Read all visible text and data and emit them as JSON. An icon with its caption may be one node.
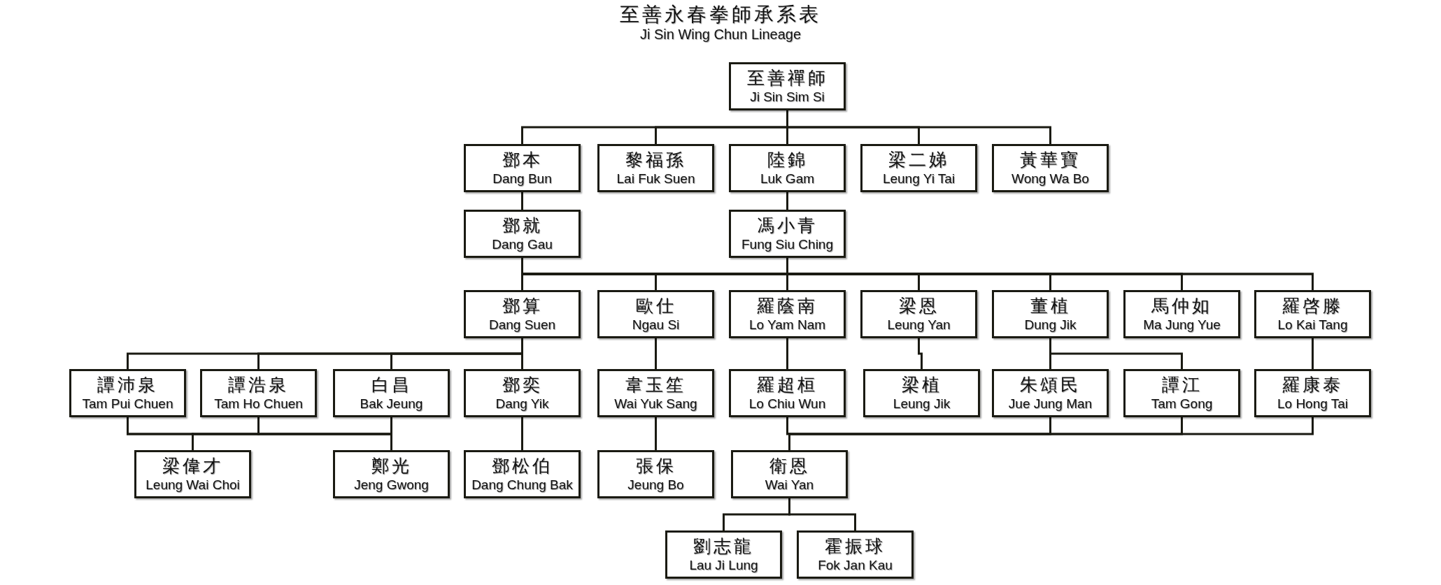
{
  "diagram": {
    "title": "至善永春拳師承系表",
    "labels": [
      "Ji Sin Wing Chun Lineage"
    ],
    "nodes": [
      {
        "text": [
          "至善禪師",
          "Ji Sin Sim Si"
        ]
      },
      {
        "text": [
          "鄧本",
          "Dang Bun"
        ]
      },
      {
        "text": [
          "黎福孫",
          "Lai Fuk Suen"
        ]
      },
      {
        "text": [
          "陸錦",
          "Luk Gam"
        ]
      },
      {
        "text": [
          "梁二娣",
          "Leung Yi Tai"
        ]
      },
      {
        "text": [
          "黃華寶",
          "Wong Wa Bo"
        ]
      },
      {
        "text": [
          "鄧就",
          "Dang Gau"
        ]
      },
      {
        "text": [
          "馮小青",
          "Fung Siu Ching"
        ]
      },
      {
        "text": [
          "鄧算",
          "Dang Suen"
        ]
      },
      {
        "text": [
          "歐仕",
          "Ngau Si"
        ]
      },
      {
        "text": [
          "羅蔭南",
          "Lo Yam Nam"
        ]
      },
      {
        "text": [
          "梁恩",
          "Leung Yan"
        ]
      },
      {
        "text": [
          "董植",
          "Dung Jik"
        ]
      },
      {
        "text": [
          "馬仲如",
          "Ma Jung Yue"
        ]
      },
      {
        "text": [
          "羅啓滕",
          "Lo Kai Tang"
        ]
      },
      {
        "text": [
          "譚沛泉",
          "Tam Pui Chuen"
        ]
      },
      {
        "text": [
          "譚浩泉",
          "Tam Ho Chuen"
        ]
      },
      {
        "text": [
          "白昌",
          "Bak Jeung"
        ]
      },
      {
        "text": [
          "鄧奕",
          "Dang Yik"
        ]
      },
      {
        "text": [
          "韋玉笙",
          "Wai Yuk Sang"
        ]
      },
      {
        "text": [
          "羅超桓",
          "Lo Chiu Wun"
        ]
      },
      {
        "text": [
          "梁植",
          "Leung Jik"
        ]
      },
      {
        "text": [
          "朱頌民",
          "Jue Jung Man"
        ]
      },
      {
        "text": [
          "譚江",
          "Tam Gong"
        ]
      },
      {
        "text": [
          "羅康泰",
          "Lo Hong Tai"
        ]
      },
      {
        "text": [
          "梁偉才",
          "Leung Wai Choi"
        ]
      },
      {
        "text": [
          "鄭光",
          "Jeng Gwong"
        ]
      },
      {
        "text": [
          "鄧松伯",
          "Dang Chung Bak"
        ]
      },
      {
        "text": [
          "張保",
          "Jeung Bo"
        ]
      },
      {
        "text": [
          "衛恩",
          "Wai Yan"
        ]
      },
      {
        "text": [
          "劉志龍",
          "Lau Ji Lung"
        ]
      },
      {
        "text": [
          "霍振球",
          "Fok Jan Kau"
        ]
      }
    ],
    "edges": [
      {
        "from": 0,
        "to": 1,
        "arrow": "none"
      },
      {
        "from": 0,
        "to": 2,
        "arrow": "none"
      },
      {
        "from": 0,
        "to": 3,
        "arrow": "none"
      },
      {
        "from": 0,
        "to": 4,
        "arrow": "none"
      },
      {
        "from": 0,
        "to": 5,
        "arrow": "none"
      },
      {
        "from": 1,
        "to": 6,
        "arrow": "none"
      },
      {
        "from": 3,
        "to": 7,
        "arrow": "none"
      },
      {
        "from": 6,
        "to": 8,
        "arrow": "none"
      },
      {
        "from": 6,
        "to": 9,
        "arrow": "none"
      },
      {
        "from": 6,
        "to": 10,
        "arrow": "none"
      },
      {
        "from": 6,
        "to": 11,
        "arrow": "none"
      },
      {
        "from": 6,
        "to": 12,
        "arrow": "none"
      },
      {
        "from": 6,
        "to": 13,
        "arrow": "none"
      },
      {
        "from": 6,
        "to": 14,
        "arrow": "none"
      },
      {
        "from": 7,
        "to": 8,
        "arrow": "none"
      },
      {
        "from": 7,
        "to": 9,
        "arrow": "none"
      },
      {
        "from": 7,
        "to": 10,
        "arrow": "none"
      },
      {
        "from": 7,
        "to": 11,
        "arrow": "none"
      },
      {
        "from": 7,
        "to": 12,
        "arrow": "none"
      },
      {
        "from": 7,
        "to": 13,
        "arrow": "none"
      },
      {
        "from": 7,
        "to": 14,
        "arrow": "none"
      },
      {
        "from": 8,
        "to": 15,
        "arrow": "none"
      },
      {
        "from": 8,
        "to": 16,
        "arrow": "none"
      },
      {
        "from": 8,
        "to": 17,
        "arrow": "none"
      },
      {
        "from": 8,
        "to": 18,
        "arrow": "none"
      },
      {
        "from": 9,
        "to": 19,
        "arrow": "none"
      },
      {
        "from": 10,
        "to": 20,
        "arrow": "none"
      },
      {
        "from": 11,
        "to": 21,
        "arrow": "none"
      },
      {
        "from": 12,
        "to": 22,
        "arrow": "none"
      },
      {
        "from": 12,
        "to": 23,
        "arrow": "none"
      },
      {
        "from": 14,
        "to": 24,
        "arrow": "none"
      },
      {
        "from": 15,
        "to": 25,
        "arrow": "none"
      },
      {
        "from": 15,
        "to": 26,
        "arrow": "none"
      },
      {
        "from": 16,
        "to": 25,
        "arrow": "none"
      },
      {
        "from": 16,
        "to": 26,
        "arrow": "none"
      },
      {
        "from": 17,
        "to": 25,
        "arrow": "none"
      },
      {
        "from": 17,
        "to": 26,
        "arrow": "none"
      },
      {
        "from": 18,
        "to": 27,
        "arrow": "none"
      },
      {
        "from": 19,
        "to": 28,
        "arrow": "none"
      },
      {
        "from": 20,
        "to": 29,
        "arrow": "none"
      },
      {
        "from": 22,
        "to": 29,
        "arrow": "none"
      },
      {
        "from": 23,
        "to": 29,
        "arrow": "none"
      },
      {
        "from": 24,
        "to": 29,
        "arrow": "none"
      },
      {
        "from": 29,
        "to": 30,
        "arrow": "none"
      },
      {
        "from": 29,
        "to": 31,
        "arrow": "none"
      }
    ]
  }
}
